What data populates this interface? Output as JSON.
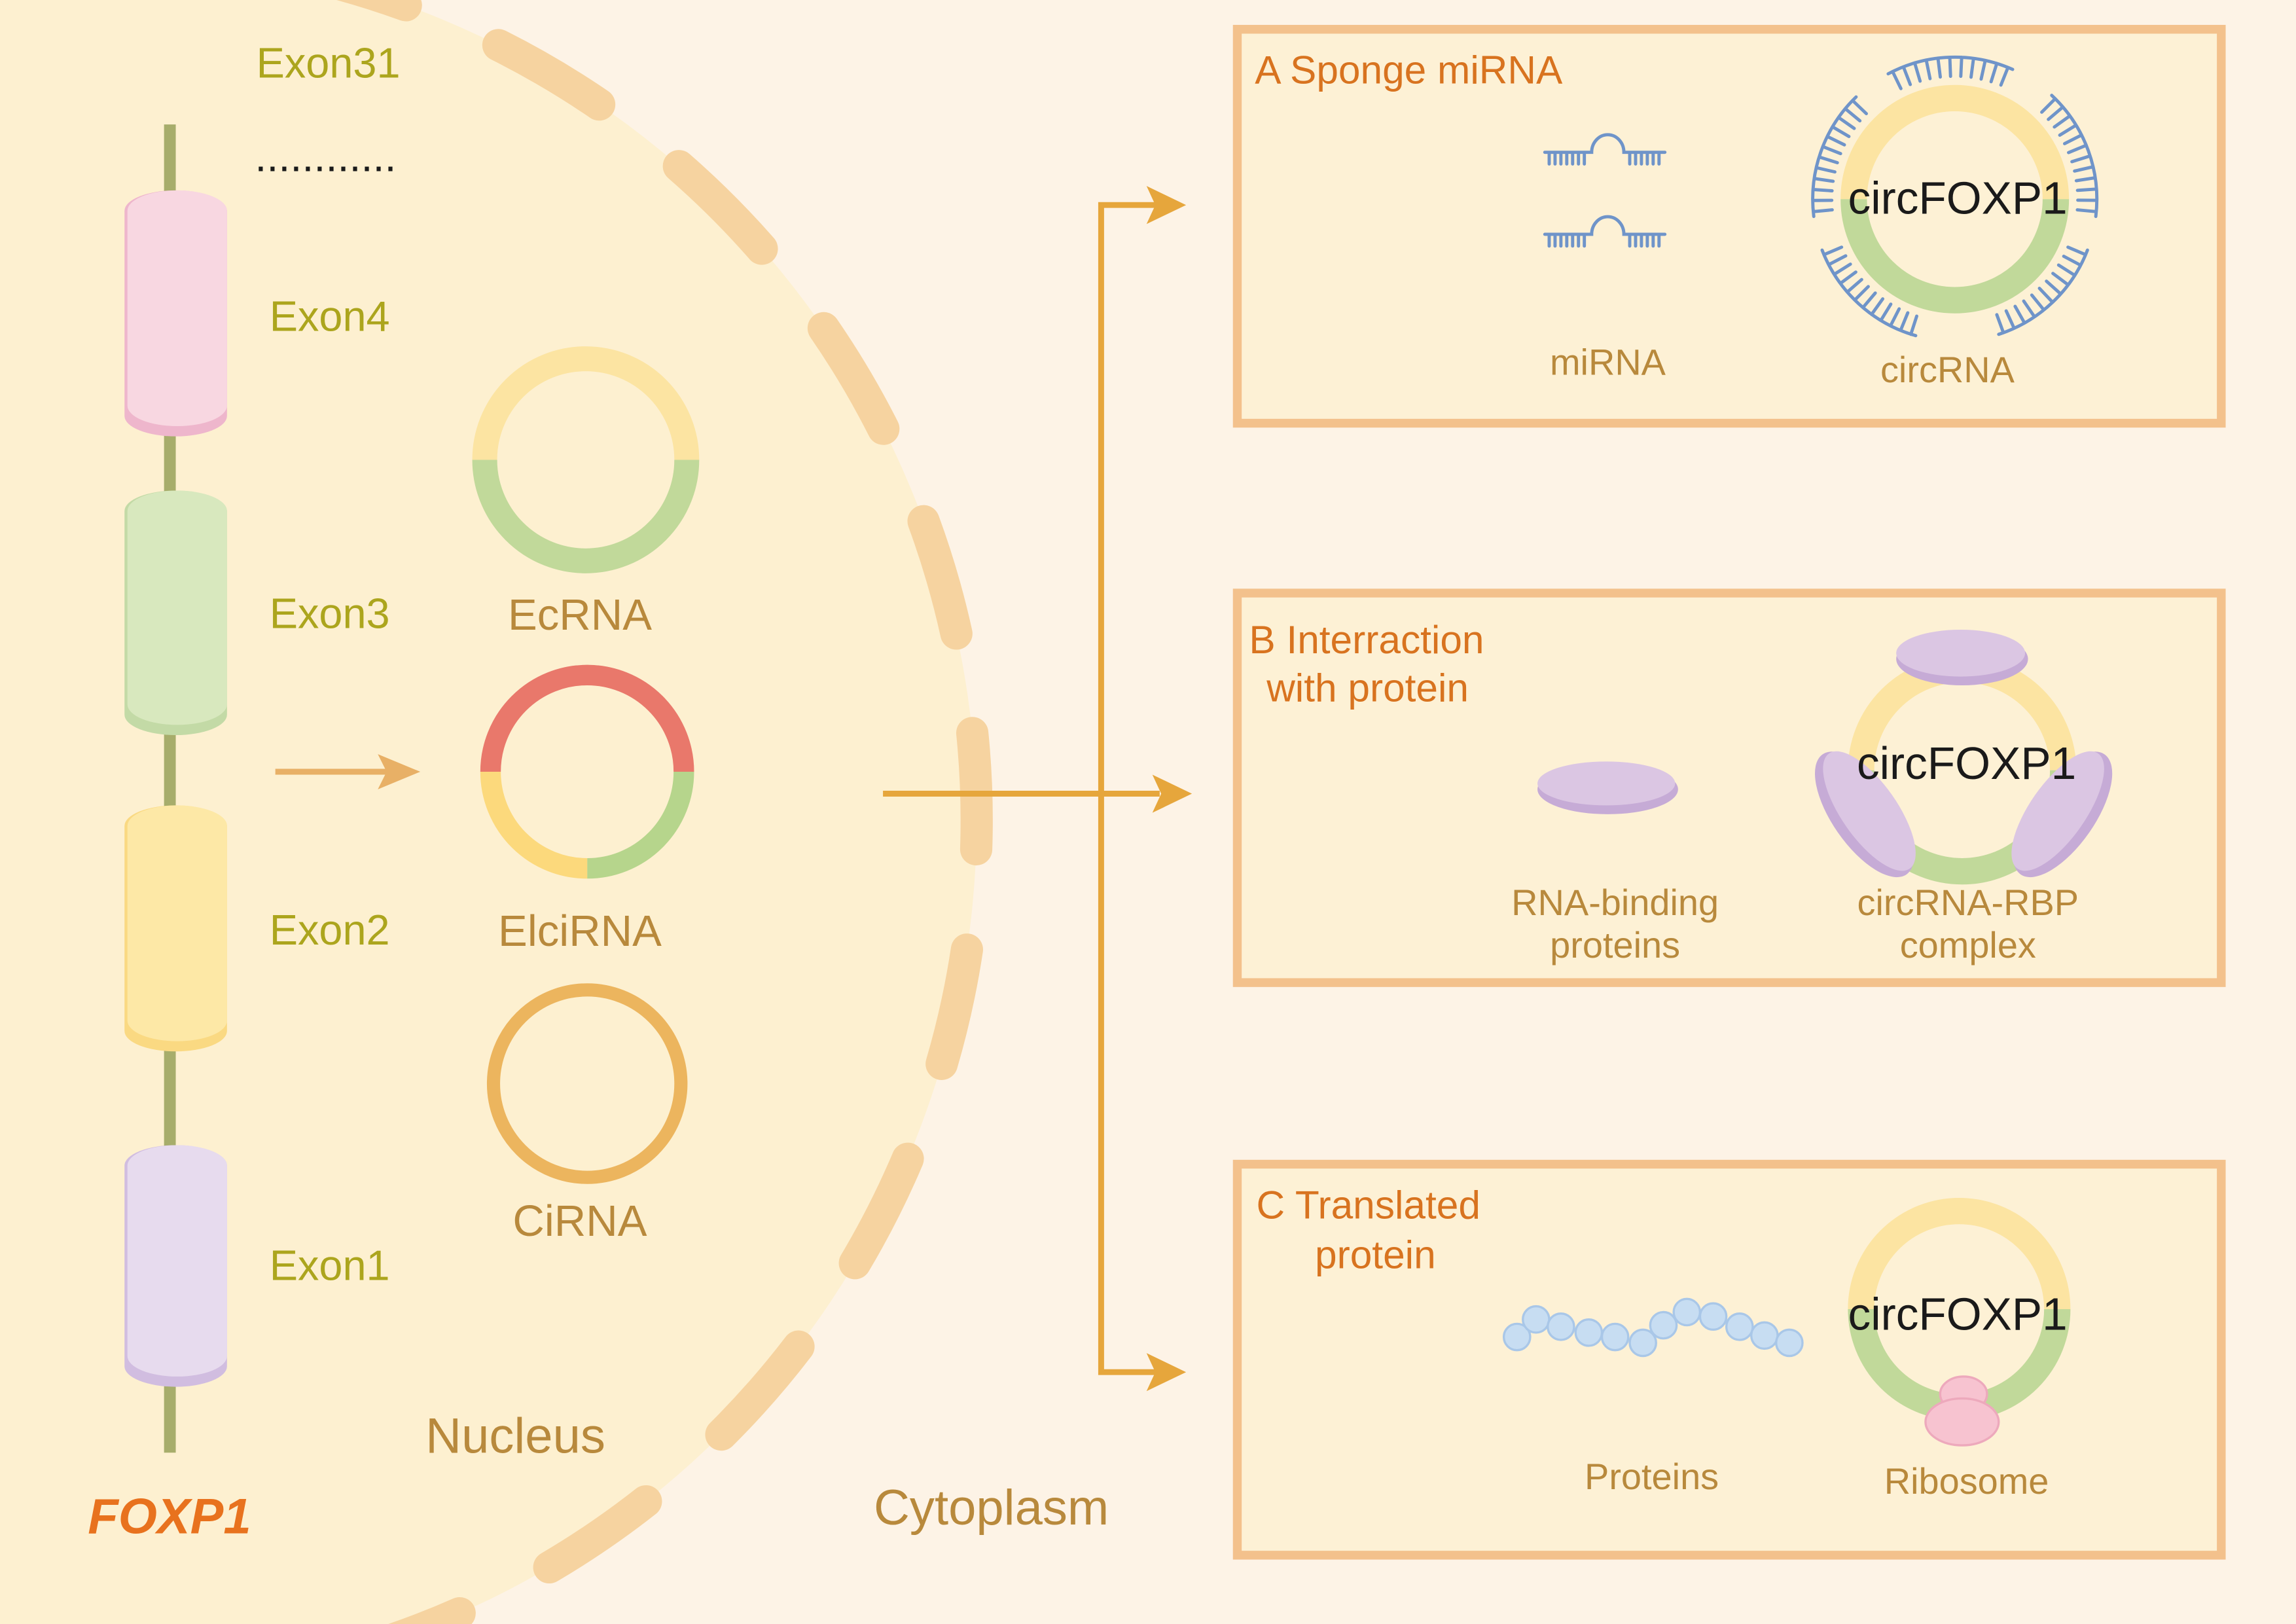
{
  "gene": {
    "name": "FOXP1",
    "top_exon": "Exon31",
    "ellipsis": "............",
    "exons": [
      "Exon4",
      "Exon3",
      "Exon2",
      "Exon1"
    ]
  },
  "nucleus": {
    "label": "Nucleus",
    "circrna_types": [
      "EcRNA",
      "ElciRNA",
      "CiRNA"
    ]
  },
  "cytoplasm": {
    "label": "Cytoplasm"
  },
  "panels": {
    "sponge": {
      "title": "A Sponge miRNA",
      "mirna_label": "miRNA",
      "circ_name": "circFOXP1",
      "circ_label": "circRNA"
    },
    "protein": {
      "title_lines": [
        "B Interraction",
        "with protein"
      ],
      "rbp_label_lines": [
        "RNA-binding",
        "proteins"
      ],
      "circ_name": "circFOXP1",
      "complex_label_lines": [
        "circRNA-RBP",
        "complex"
      ]
    },
    "translation": {
      "title_lines": [
        "C Translated",
        "protein"
      ],
      "proteins_label": "Proteins",
      "circ_name": "circFOXP1",
      "ribosome_label": "Ribosome"
    }
  },
  "colors": {
    "cytoplasm_bg": "#fdf3e6",
    "nucleus_fill": "#fdf0d0",
    "nucleus_membrane": "#f6d3a0",
    "gene_line": "#a7ad6b",
    "exon4": "#f8d7e1",
    "exon4_shade": "#eeb6cc",
    "exon3": "#d8e8be",
    "exon3_shade": "#c3daa6",
    "exon2": "#fde8a6",
    "exon2_shade": "#fad982",
    "exon1": "#e7dbee",
    "exon1_shade": "#d1bde0",
    "exon_text": "#aca51d",
    "ellipsis_text": "#1a1a1a",
    "gene_name": "#e8721e",
    "label_text": "#b8893c",
    "arrow": "#e6a63c",
    "arrow_light": "#e8b066",
    "ring_yellow": "#fce4a2",
    "ring_green": "#c1d99a",
    "ring_red": "#e9786b",
    "ring_yellow_strong": "#fcd97c",
    "ring_green_strong": "#b6d58c",
    "cirna_ring": "#ecb55e",
    "panel_fill": "#fdf1d5",
    "panel_border": "#f3c18c",
    "panel_title": "#d8731f",
    "mirna": "#6f94c9",
    "rbp": "#dbc6e3",
    "rbp_shade": "#c6abd6",
    "protein_bead": "#c7ddf2",
    "protein_bead_edge": "#a9c7e8",
    "ribosome": "#f7c3d0",
    "ribosome_edge": "#eda9bc",
    "circ_text": "#1a1a1a"
  }
}
